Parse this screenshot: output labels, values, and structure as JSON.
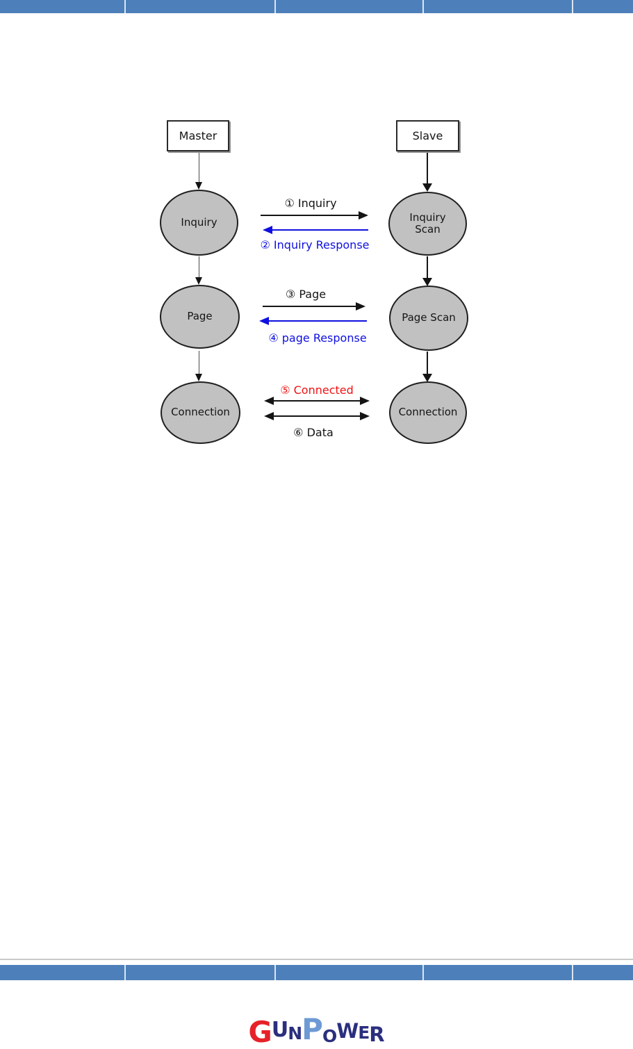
{
  "header_bar": {
    "color": "#4d80ba",
    "cells": [
      "",
      "",
      "",
      "",
      ""
    ]
  },
  "footer_bar": {
    "color": "#4d80ba",
    "cells": [
      "",
      "",
      "",
      "",
      ""
    ]
  },
  "diagram": {
    "master": "Master",
    "slave": "Slave",
    "states": {
      "inquiry": "Inquiry",
      "inquiry_scan": "Inquiry\nScan",
      "page": "Page",
      "page_scan": "Page Scan",
      "connection_master": "Connection",
      "connection_slave": "Connection"
    },
    "messages": [
      {
        "label": "① Inquiry",
        "color": "#141414",
        "direction": "right"
      },
      {
        "label": "② Inquiry Response",
        "color": "#0f10e0",
        "direction": "left"
      },
      {
        "label": "③ Page",
        "color": "#141414",
        "direction": "right"
      },
      {
        "label": "④ page Response",
        "color": "#0f10e0",
        "direction": "left"
      },
      {
        "label": "⑤ Connected",
        "color": "#ef1212",
        "direction": "both"
      },
      {
        "label": "⑥ Data",
        "color": "#141414",
        "direction": "both"
      }
    ],
    "accent_blue": "#0f10e0",
    "accent_red": "#ef1212",
    "state_fill": "#c1c1c1"
  },
  "logo": {
    "text": "GunPower",
    "letters": [
      {
        "ch": "G",
        "color": "#e62129"
      },
      {
        "ch": "U",
        "color": "#2b2f7e"
      },
      {
        "ch": "N",
        "color": "#2b2f7e"
      },
      {
        "ch": "P",
        "color": "#6d9ad4"
      },
      {
        "ch": "O",
        "color": "#2b2f7e"
      },
      {
        "ch": "W",
        "color": "#2b2f7e"
      },
      {
        "ch": "E",
        "color": "#2b2f7e"
      },
      {
        "ch": "R",
        "color": "#2b2f7e"
      }
    ]
  }
}
